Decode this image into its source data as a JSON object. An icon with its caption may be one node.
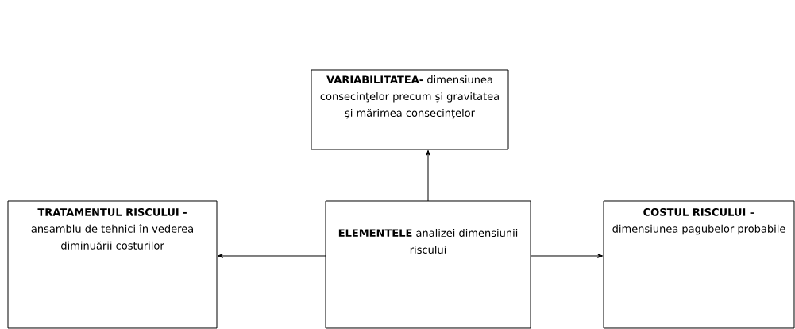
{
  "diagram": {
    "nodes": [
      {
        "text": [
          "**VARIABILITATEA-** dimensiunea consecinţelor precum şi gravitatea şi mărimea consecinţelor"
        ]
      },
      {
        "text": [
          "**TRATAMENTUL RISCULUI -** ansamblu de tehnici în vederea diminuării costurilor"
        ]
      },
      {
        "text": [
          "**ELEMENTELE** analizei dimensiunii riscului"
        ]
      },
      {
        "text": [
          "**COSTUL RISCULUI –** dimensiunea pagubelor probabile"
        ]
      }
    ],
    "edges": [
      {
        "from": 2,
        "to": 0,
        "arrow": "to"
      },
      {
        "from": 2,
        "to": 1,
        "arrow": "to"
      },
      {
        "from": 2,
        "to": 3,
        "arrow": "to"
      }
    ]
  }
}
